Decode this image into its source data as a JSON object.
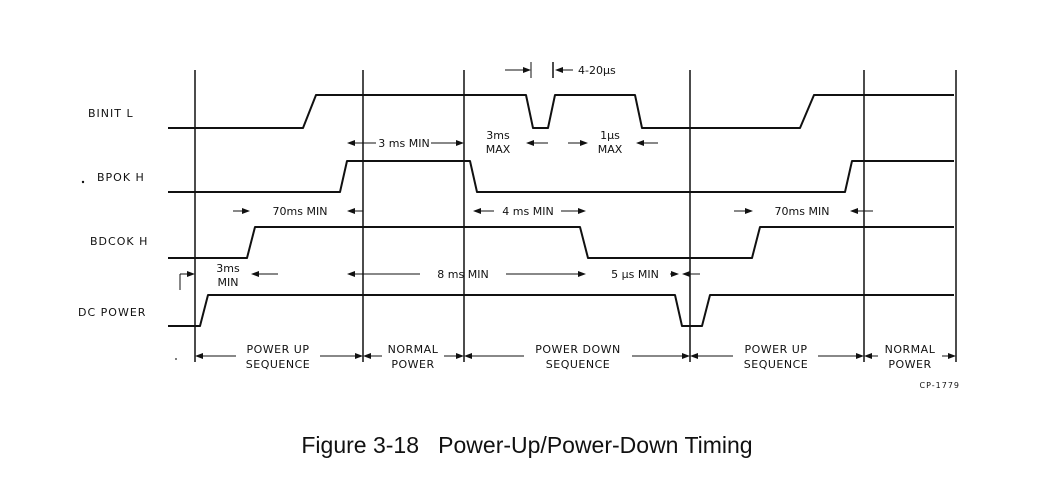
{
  "signals": {
    "binit": "BINIT L",
    "bpok": "BPOK H",
    "bdcok": "BDCOK H",
    "dcpower": "DC POWER"
  },
  "annotations": {
    "pulse_width": "4-20μs",
    "ms3_max": [
      "3ms",
      "MAX"
    ],
    "ms3_min_bpok": "3 ms MIN",
    "us1_max": [
      "1μs",
      "MAX"
    ],
    "ms70_min_left": "70ms MIN",
    "ms4_min": "4 ms MIN",
    "ms70_min_right": "70ms MIN",
    "ms3_min_dc": [
      "3ms",
      "MIN"
    ],
    "ms8_min": "8 ms MIN",
    "us5_min": "5 μs MIN"
  },
  "phases": [
    [
      "POWER UP",
      "SEQUENCE"
    ],
    [
      "NORMAL",
      "POWER"
    ],
    [
      "POWER DOWN",
      "SEQUENCE"
    ],
    [
      "POWER UP",
      "SEQUENCE"
    ],
    [
      "NORMAL",
      "POWER"
    ]
  ],
  "figure_code": "CP-1779",
  "caption": {
    "number": "Figure 3-18",
    "title": "Power-Up/Power-Down Timing"
  }
}
